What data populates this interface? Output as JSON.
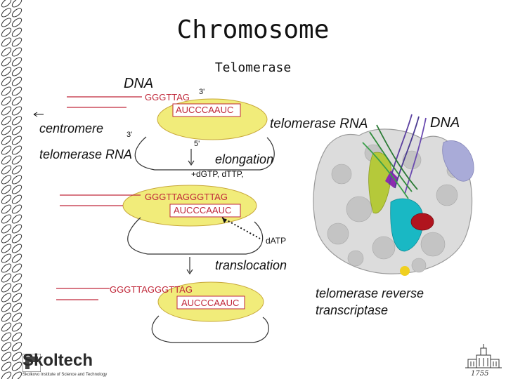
{
  "slide": {
    "title": "Chromosome",
    "subtitle": "Telomerase"
  },
  "diagram": {
    "dna_label": "DNA",
    "centromere_label": "centromere",
    "telomerase_rna_label": "telomerase RNA",
    "strand1_seq": "GGGTTAG",
    "three_prime_top": "3'",
    "template1_seq": "AUCCCAAUC",
    "three_prime_bottom": "3'",
    "five_prime": "5'",
    "elongation_label": "elongation",
    "nucleotides_label": "+dGTP, dTTP,",
    "strand2_seq": "GGGTTAGGGTTAG",
    "template2_seq": "AUCCCAAUC",
    "datp_label": "dATP",
    "translocation_label": "translocation",
    "strand3_seq": "GGGTTAGGGTTAG",
    "template3_seq": "AUCCCAAUC"
  },
  "structure": {
    "telomerase_rna_label": "telomerase RNA",
    "dna_label": "DNA",
    "rt_label_line1": "telomerase reverse",
    "rt_label_line2": "transcriptase"
  },
  "logo": {
    "name": "Skoltech",
    "tagline": "Skolkovo Institute of Science and Technology",
    "year": "1755"
  },
  "colors": {
    "bubble_fill": "#f1ec7a",
    "strand_red": "#c0283a",
    "protein_grey": "#dcdcdc",
    "rna_green": "#b5c93a",
    "active_cyan": "#19b8c4",
    "active_red": "#b0141e",
    "dna_purple": "#8c2bb0",
    "dna_lavender": "#a9abd8"
  }
}
